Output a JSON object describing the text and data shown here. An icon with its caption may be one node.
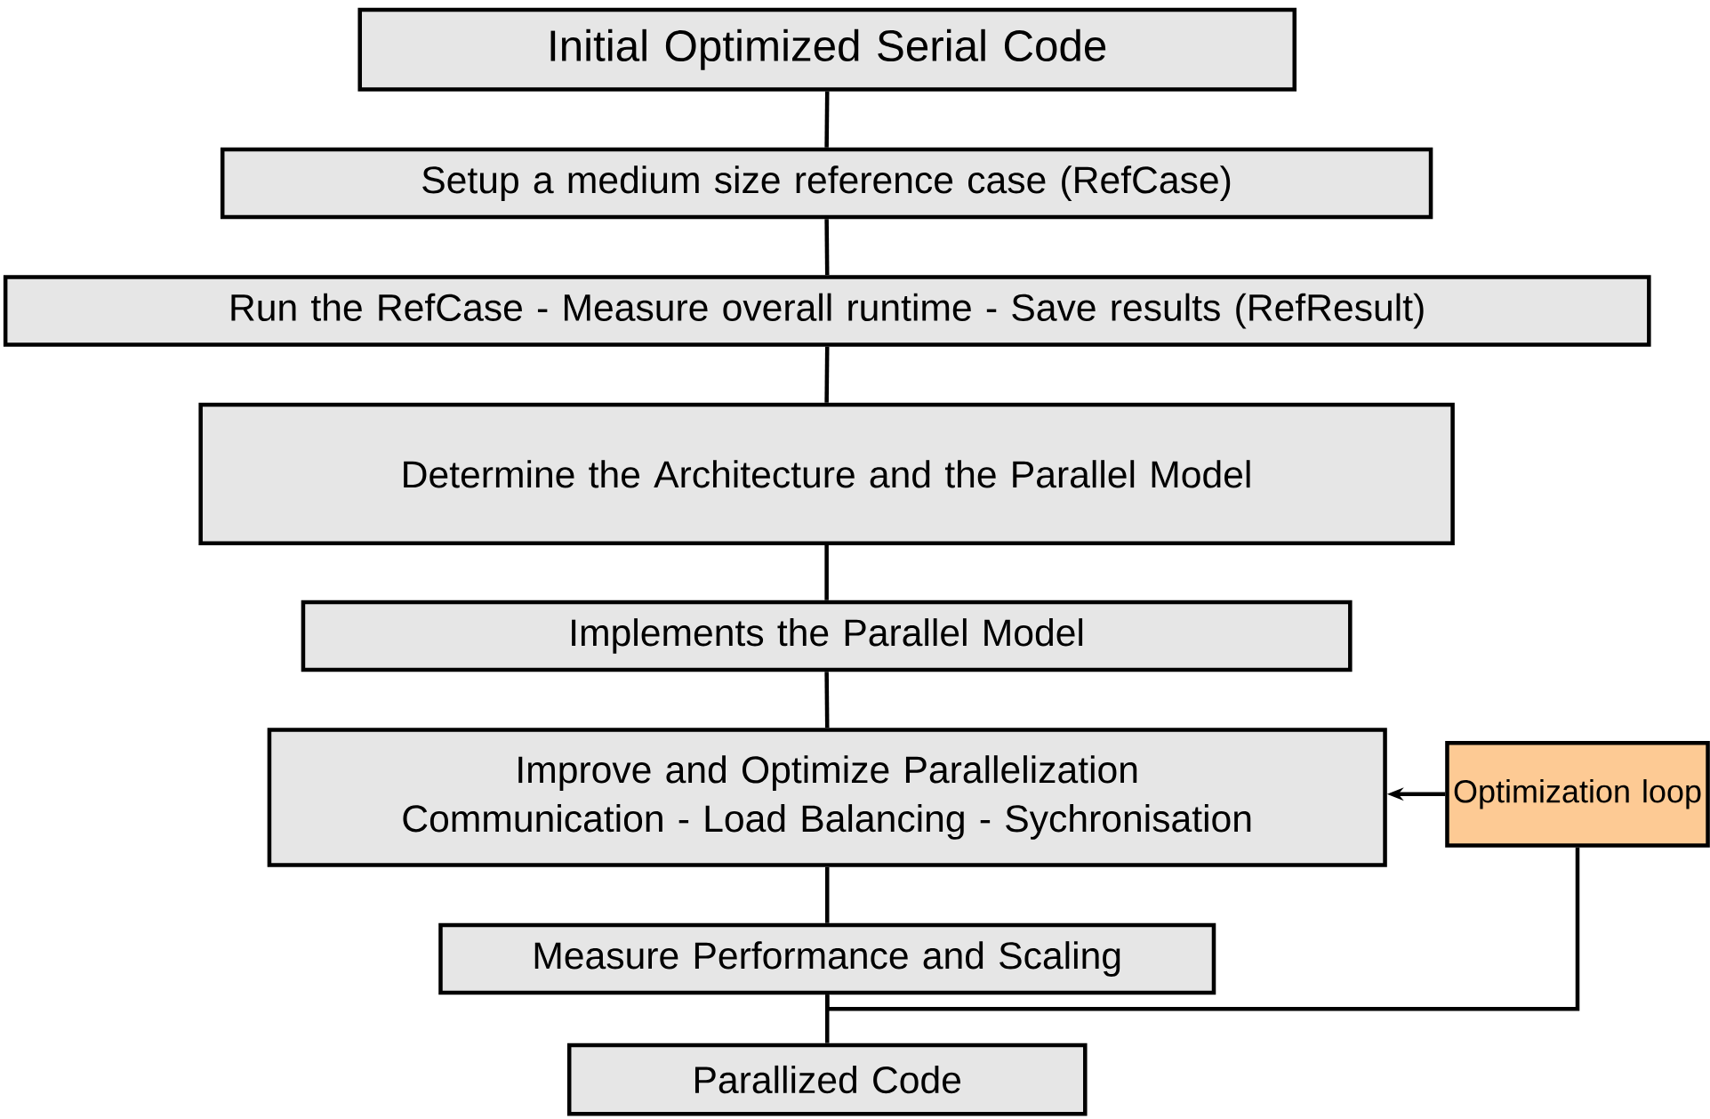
{
  "diagram": {
    "nodes": [
      {
        "text": [
          "Initial Optimized Serial Code"
        ]
      },
      {
        "text": [
          "Setup a medium size reference case (RefCase)"
        ]
      },
      {
        "text": [
          "Run the RefCase - Measure overall runtime - Save results (RefResult)"
        ]
      },
      {
        "text": [
          "Determine the Architecture and the Parallel Model"
        ]
      },
      {
        "text": [
          "Implements the Parallel Model"
        ]
      },
      {
        "text": [
          "Improve and Optimize Parallelization",
          "Communication - Load Balancing - Sychronisation"
        ]
      },
      {
        "text": [
          "Measure Performance and Scaling"
        ]
      },
      {
        "text": [
          "Parallized Code"
        ]
      },
      {
        "text": [
          "Optimization loop"
        ]
      }
    ],
    "edges": [
      {
        "from": 0,
        "to": 1,
        "arrow": "none"
      },
      {
        "from": 1,
        "to": 2,
        "arrow": "none"
      },
      {
        "from": 2,
        "to": 3,
        "arrow": "none"
      },
      {
        "from": 3,
        "to": 4,
        "arrow": "none"
      },
      {
        "from": 4,
        "to": 5,
        "arrow": "none"
      },
      {
        "from": 5,
        "to": 6,
        "arrow": "none"
      },
      {
        "from": 6,
        "to": 7,
        "arrow": "none"
      },
      {
        "from": 6,
        "to": 8,
        "arrow": "none"
      },
      {
        "from": 8,
        "to": 5,
        "arrow": "to"
      }
    ]
  }
}
